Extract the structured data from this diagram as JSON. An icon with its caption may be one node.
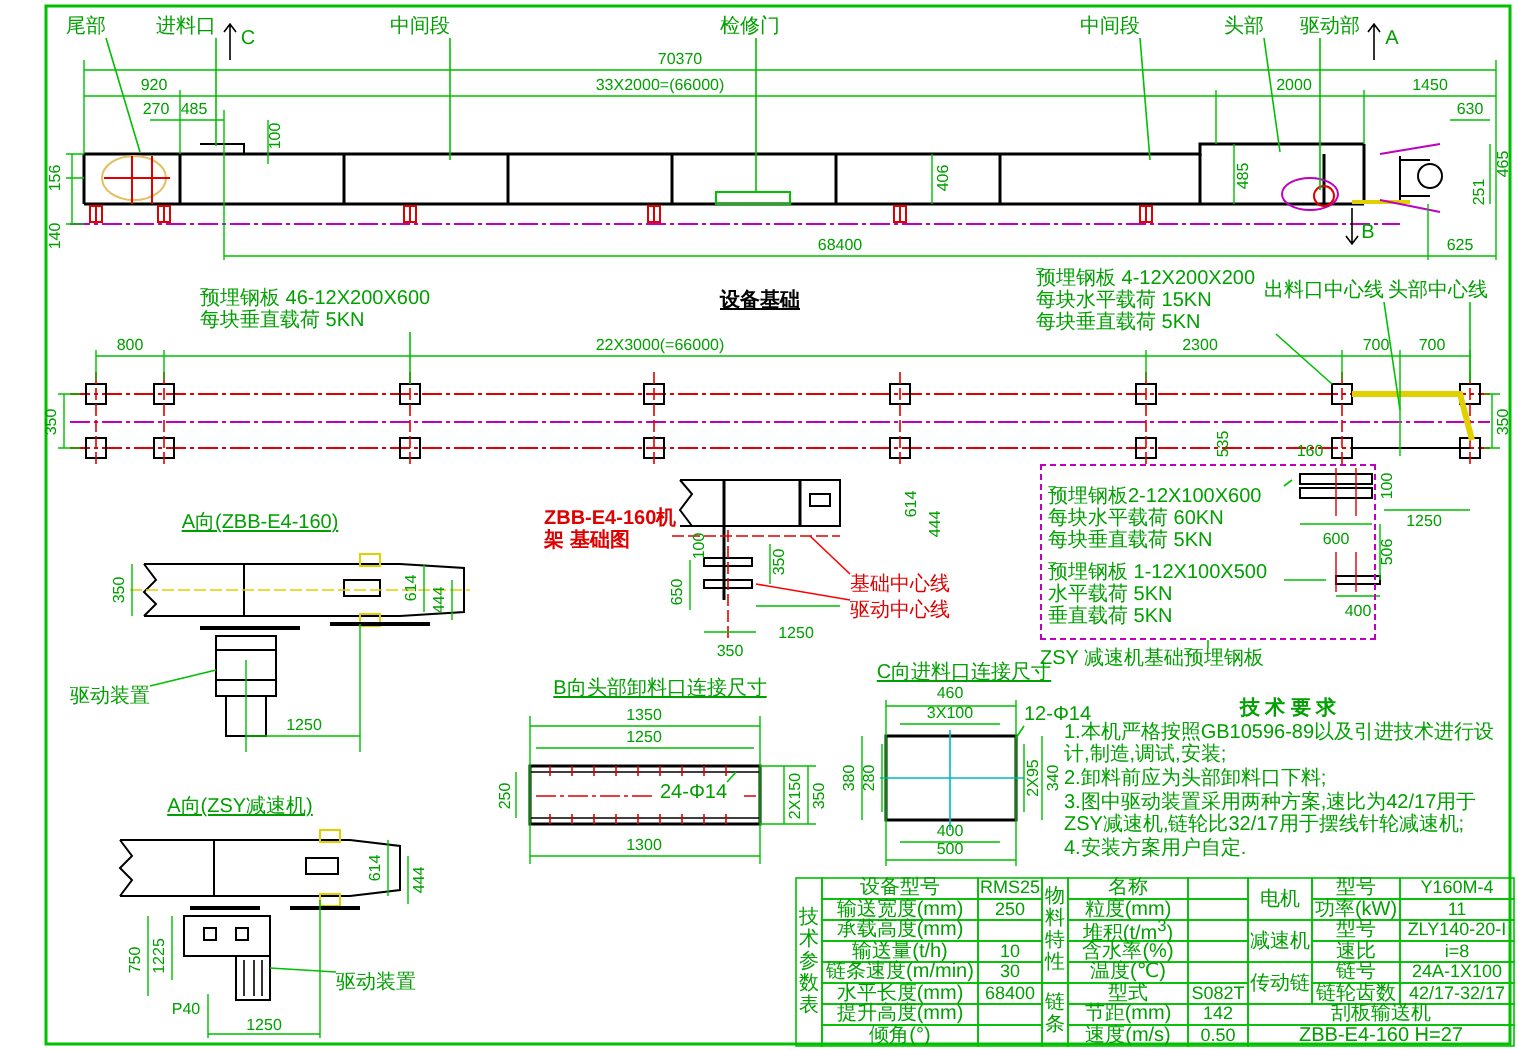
{
  "diagram": {
    "title": "设备基础",
    "nodes": [
      {
        "text": [
          "尾部"
        ]
      },
      {
        "text": [
          "进料口"
        ]
      },
      {
        "text": [
          "中间段"
        ]
      },
      {
        "text": [
          "检修门"
        ]
      },
      {
        "text": [
          "中间段"
        ]
      },
      {
        "text": [
          "头部"
        ]
      },
      {
        "text": [
          "驱动部"
        ]
      },
      {
        "text": [
          "预埋钢板 46-12X200X600",
          "每块垂直载荷 5KN"
        ]
      },
      {
        "text": [
          "预埋钢板 4-12X200X200",
          "每块水平载荷 15KN",
          "每块垂直载荷 5KN"
        ]
      },
      {
        "text": [
          "出料口中心线"
        ]
      },
      {
        "text": [
          "头部中心线"
        ]
      },
      {
        "text": [],
        "shape": "box"
      },
      {
        "text": [
          "预埋钢板2-12X100X600",
          "每块水平载荷 60KN",
          "每块垂直载荷 5KN"
        ],
        "in": 11
      },
      {
        "text": [
          "预埋钢板 1-12X100X500",
          "水平载荷 5KN",
          "垂直载荷 5KN"
        ],
        "in": 11
      },
      {
        "text": [
          "ZSY 减速机基础预埋钢板"
        ]
      },
      {
        "text": [
          "基础中心线"
        ]
      },
      {
        "text": [
          "驱动中心线"
        ]
      },
      {
        "text": [
          "驱动装置"
        ]
      },
      {
        "text": [
          "驱动装置"
        ]
      },
      {
        "text": [
          "24-Φ14"
        ]
      },
      {
        "text": [
          "12-Φ14"
        ]
      }
    ],
    "edges": [
      {
        "from": 0,
        "to": null,
        "arrow": "none"
      },
      {
        "from": 1,
        "to": null,
        "arrow": "none"
      },
      {
        "from": 2,
        "to": null,
        "arrow": "none"
      },
      {
        "from": 3,
        "to": null,
        "arrow": "none"
      },
      {
        "from": 4,
        "to": null,
        "arrow": "none"
      },
      {
        "from": 5,
        "to": null,
        "arrow": "none"
      },
      {
        "from": 6,
        "to": null,
        "arrow": "none"
      },
      {
        "from": 7,
        "to": null,
        "arrow": "none"
      },
      {
        "from": 8,
        "to": null,
        "arrow": "none"
      },
      {
        "from": 9,
        "to": null,
        "arrow": "none"
      },
      {
        "from": 10,
        "to": null,
        "arrow": "none"
      },
      {
        "from": 12,
        "to": null,
        "arrow": "none"
      },
      {
        "from": 13,
        "to": null,
        "arrow": "none"
      },
      {
        "from": 14,
        "to": 11,
        "arrow": "none"
      },
      {
        "from": 15,
        "to": null,
        "arrow": "none",
        "color": "#ff0000"
      },
      {
        "from": 16,
        "to": null,
        "arrow": "none",
        "color": "#ff0000"
      },
      {
        "from": 17,
        "to": null,
        "arrow": "none"
      },
      {
        "from": 18,
        "to": null,
        "arrow": "none"
      },
      {
        "from": 19,
        "to": null,
        "arrow": "none"
      },
      {
        "from": 20,
        "to": null,
        "arrow": "none"
      }
    ],
    "labels": [
      "C",
      "A",
      "70370",
      "920",
      "33X2000=(66000)",
      "2000",
      "1450",
      "270",
      "485",
      "100",
      "630",
      "156",
      "406",
      "485",
      "465",
      "251",
      "140",
      "B",
      "68400",
      "625",
      "800",
      "22X3000(=66000)",
      "2300",
      "700",
      "700",
      "350",
      "350",
      "535",
      "160",
      "100",
      "506",
      "600",
      "1250",
      "400",
      "A向(ZBB-E4-160)",
      "ZBB-E4-160机架 基础图",
      "100",
      "650",
      "350",
      "350",
      "1250",
      "614",
      "444",
      "350",
      "614",
      "444",
      "1250",
      "A向(ZSY减速机)",
      "614",
      "444",
      "750",
      "1225",
      "P40",
      "1250",
      "B向头部卸料口连接尺寸",
      "1350",
      "1250",
      "250",
      "2X150",
      "350",
      "1300",
      "C向进料口连接尺寸",
      "460",
      "3X100",
      "380",
      "280",
      "2X95",
      "340",
      "400",
      "500",
      "技 术 要 求",
      "1.本机严格按照GB10596-89以及引进技术进行设计,制造,调试,安装;",
      "2.卸料前应为头部卸料口下料;",
      "3.图中驱动装置采用两种方案,速比为42/17用于ZSY减速机,链轮比32/17用于摆线针轮减速机;",
      "4.安装方案用户自定.",
      "技术参数表",
      "设备型号",
      "RMS25",
      "物料特性",
      "名称",
      "电机",
      "型号",
      "Y160M-4",
      "输送宽度(mm)",
      "250",
      "粒度(mm)",
      "功率(kW)",
      "11",
      "承载高度(mm)",
      "堆积(t/m$^{3}$)",
      "减速机",
      "型号",
      "ZLY140-20-I",
      "输送量(t/h)",
      "10",
      "含水率(%)",
      "速比",
      "i=8",
      "链条速度(m/min)",
      "30",
      "温度(℃)",
      "传动链",
      "链号",
      "24A-1X100",
      "水平长度(mm)",
      "68400",
      "链条",
      "型式",
      "S082T",
      "链轮齿数",
      "42/17-32/17",
      "提升高度(mm)",
      "节距(mm)",
      "142",
      "刮板输送机",
      "倾角(°)",
      "速度(m/s)",
      "0.50",
      "ZBB-E4-160 H=27"
    ]
  }
}
